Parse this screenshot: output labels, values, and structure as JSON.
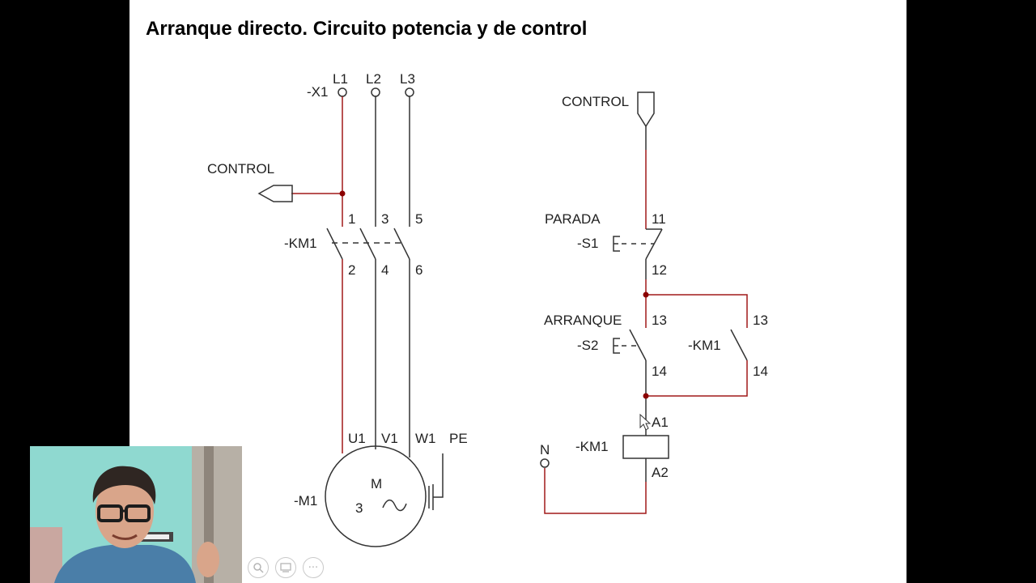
{
  "slide": {
    "title": "Arranque directo. Circuito potencia y de control"
  },
  "power_circuit": {
    "terminal_block": "-X1",
    "phases": [
      "L1",
      "L2",
      "L3"
    ],
    "control_tap": "CONTROL",
    "contactor": {
      "tag": "-KM1",
      "top_numbers": [
        "1",
        "3",
        "5"
      ],
      "bottom_numbers": [
        "2",
        "4",
        "6"
      ]
    },
    "motor": {
      "tag": "-M1",
      "terminals": [
        "U1",
        "V1",
        "W1",
        "PE"
      ],
      "symbol_letter": "M",
      "phase_count": "3",
      "ac_symbol": "~"
    }
  },
  "control_circuit": {
    "supply_label": "CONTROL",
    "stop_button": {
      "label": "PARADA",
      "tag": "-S1",
      "top": "11",
      "bottom": "12"
    },
    "start_button": {
      "label": "ARRANQUE",
      "tag": "-S2",
      "top": "13",
      "bottom": "14"
    },
    "holding_contact": {
      "tag": "-KM1",
      "top": "13",
      "bottom": "14"
    },
    "coil": {
      "tag": "-KM1",
      "top": "A1",
      "bottom": "A2"
    },
    "neutral": "N"
  },
  "player": {
    "controls": [
      "zoom-icon",
      "slides-icon",
      "more-icon"
    ],
    "more_glyph": "···"
  },
  "colors": {
    "wire_red": "#a01818",
    "wire_black": "#222222",
    "node": "#8b0000",
    "background": "#ffffff",
    "letterbox": "#000000"
  }
}
